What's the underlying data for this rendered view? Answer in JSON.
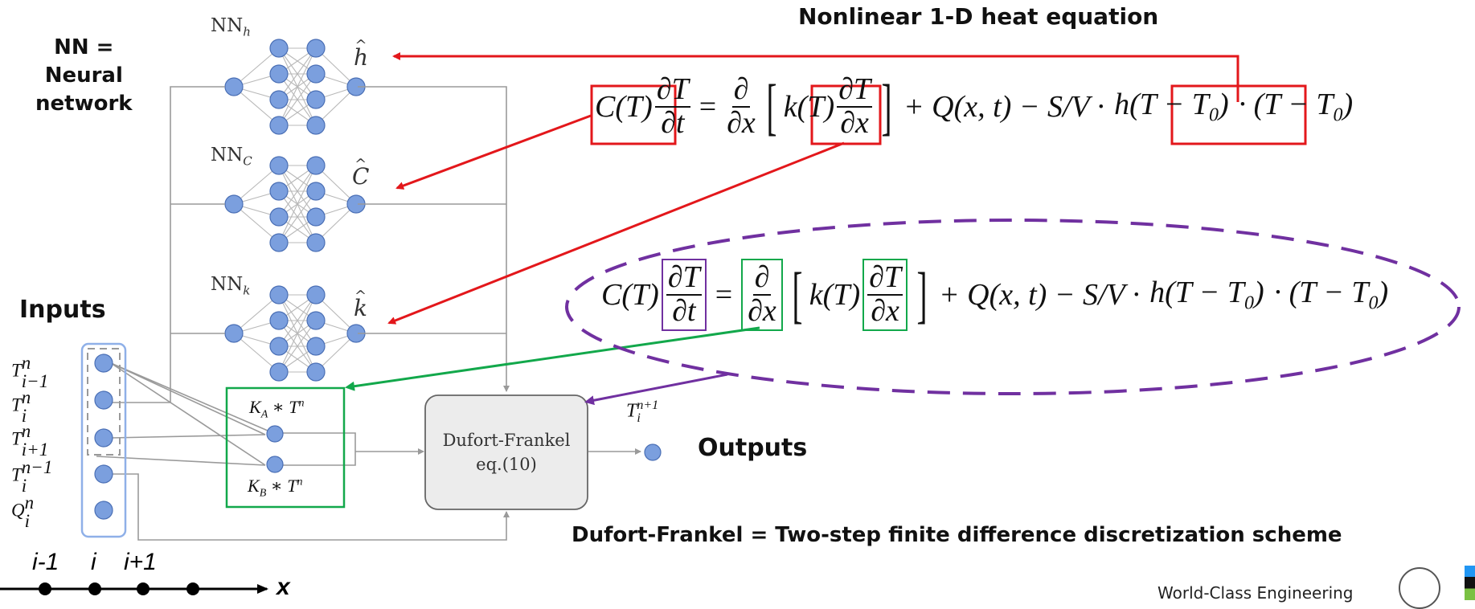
{
  "title": "Nonlinear 1-D heat equation",
  "nn_legend": [
    "NN =",
    "Neural",
    "network"
  ],
  "inputs_label": "Inputs",
  "outputs_label": "Outputs",
  "dufort_note": "Dufort-Frankel = Two-step finite difference discretization scheme",
  "footer": "World-Class Engineering",
  "networks": [
    {
      "label_main": "NN",
      "label_sub": "h",
      "output_main": "h",
      "output_hat": "^"
    },
    {
      "label_main": "NN",
      "label_sub": "C",
      "output_main": "C",
      "output_hat": "^"
    },
    {
      "label_main": "NN",
      "label_sub": "k",
      "output_main": "k",
      "output_hat": "^"
    }
  ],
  "inputs": [
    {
      "main": "T",
      "sup": "n",
      "sub": "i−1"
    },
    {
      "main": "T",
      "sup": "n",
      "sub": "i"
    },
    {
      "main": "T",
      "sup": "n",
      "sub": "i+1"
    },
    {
      "main": "T",
      "sup": "n−1",
      "sub": "i"
    },
    {
      "main": "Q",
      "sup": "n",
      "sub": "i"
    }
  ],
  "kernels": [
    {
      "main": "K",
      "sub": "A",
      "rest": " ∗ T",
      "sup": "n"
    },
    {
      "main": "K",
      "sub": "B",
      "rest": " ∗ T",
      "sup": "n"
    }
  ],
  "solver": {
    "line1": "Dufort-Frankel",
    "line2": "eq.(10)"
  },
  "output_symbol": {
    "main": "T",
    "hat": "^",
    "sup": "n+1",
    "sub": "i"
  },
  "axis": {
    "ticks": [
      "i-1",
      "i",
      "i+1"
    ],
    "label": "x"
  },
  "equation": {
    "C": "C(T)",
    "dT": "∂T",
    "dt": "∂t",
    "eqsign": "=",
    "d": "∂",
    "dx": "∂x",
    "k": "k(T)",
    "plusQ": "+ Q(x, t) − S/V ·",
    "h": "h(T − T",
    "h_sub": "0",
    "h_close": ")",
    "tail": "· (T − T",
    "tail_sub": "0",
    "tail_close": ")"
  },
  "colors": {
    "red": "#e3171b",
    "green": "#12a84b",
    "purple": "#7030a0",
    "node": "#7b9fde",
    "node_border": "#4a6fb5",
    "input_box": "#8fb0e8",
    "line": "#9a9a9a",
    "solver_fill": "#ececec",
    "logo_blue": "#2196f3",
    "logo_green": "#7ac143"
  }
}
